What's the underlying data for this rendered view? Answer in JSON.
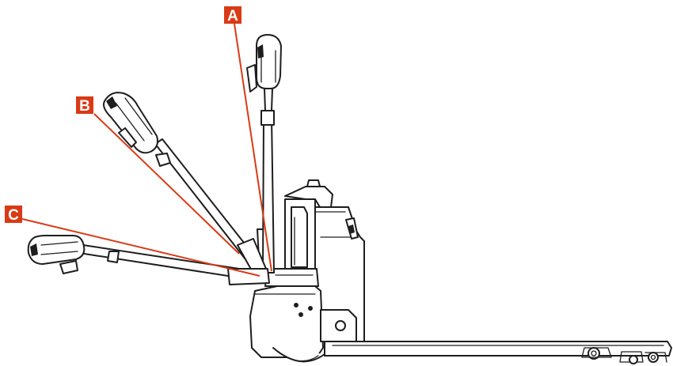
{
  "colors": {
    "callout": "#d93a16",
    "line_art": "#1e1e1e",
    "background": "#ffffff"
  },
  "callouts": {
    "a": {
      "label": "A"
    },
    "b": {
      "label": "B"
    },
    "c": {
      "label": "C"
    }
  }
}
